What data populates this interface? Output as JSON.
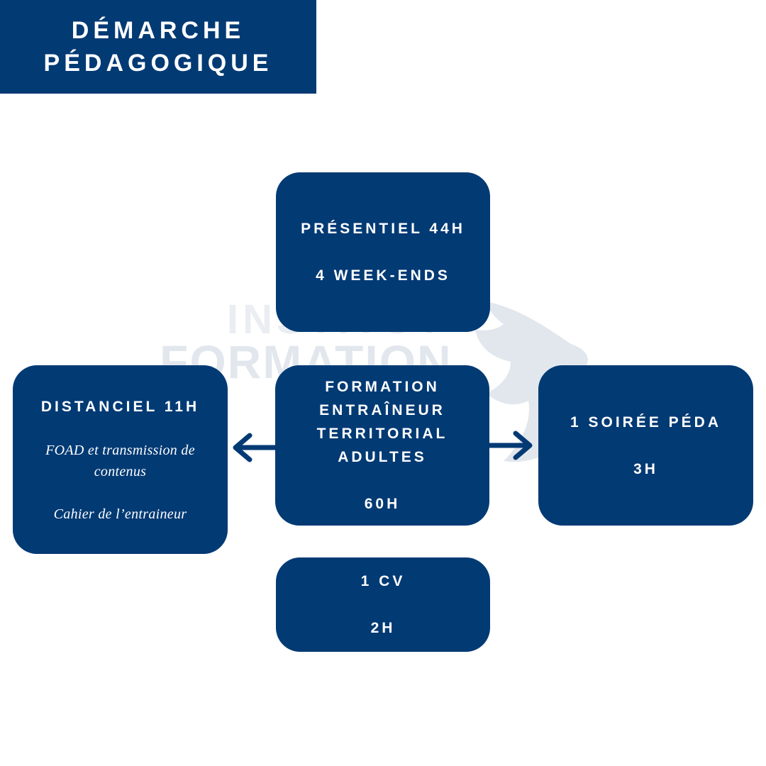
{
  "header": {
    "line1": "DÉMARCHE",
    "line2": "PÉDAGOGIQUE"
  },
  "watermark": {
    "line1": "INSTITUT",
    "line2": "FORMATION"
  },
  "nodes": {
    "top": {
      "title": "PRÉSENTIEL 44H",
      "subtitle": "4 WEEK-ENDS"
    },
    "center": {
      "line1": "FORMATION",
      "line2": "ENTRAÎNEUR",
      "line3": "TERRITORIAL",
      "line4": "ADULTES",
      "hours": "60H"
    },
    "left": {
      "title": "DISTANCIEL 11H",
      "item1": "FOAD et transmission de contenus",
      "item2": "Cahier de l’entraineur"
    },
    "right": {
      "title": "1 SOIRÉE PÉDA",
      "subtitle": "3H"
    },
    "bottom": {
      "title": "1 CV",
      "subtitle": "2H"
    }
  },
  "colors": {
    "primary": "#023a74",
    "text": "#ffffff",
    "background": "#ffffff"
  }
}
